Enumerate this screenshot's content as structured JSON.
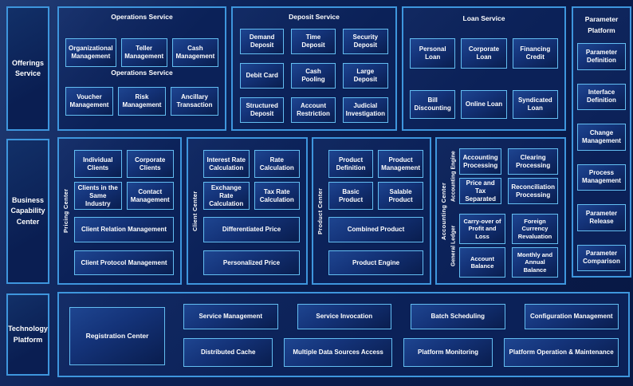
{
  "colors": {
    "page_bg_top": "#14306c",
    "page_bg_bottom": "#081844",
    "panel_bg": "#0b2158",
    "panel_border": "#3e96dd",
    "box_border": "#63bef2",
    "box_fill_light": "#1e4590",
    "box_fill_dark": "#0a1f52",
    "text": "#ffffff"
  },
  "sections": {
    "offerings": {
      "label": "Offerings Service",
      "operations": {
        "title": "Operations Service",
        "subtitle": "Operations Service",
        "row1": [
          "Organizational Management",
          "Teller Management",
          "Cash Management"
        ],
        "row2": [
          "Voucher Management",
          "Risk Management",
          "Ancillary Transaction"
        ]
      },
      "deposit": {
        "title": "Deposit Service",
        "items": [
          "Demand Deposit",
          "Time Deposit",
          "Security Deposit",
          "Debit Card",
          "Cash Pooling",
          "Large Deposit",
          "Structured Deposit",
          "Account Restriction",
          "Judicial Investigation"
        ]
      },
      "loan": {
        "title": "Loan Service",
        "items": [
          "Personal Loan",
          "Corporate Loan",
          "Financing Credit",
          "Bill Discounting",
          "Online Loan",
          "Syndicated Loan"
        ]
      }
    },
    "parameter": {
      "title": "Parameter Platform",
      "items": [
        "Parameter Definition",
        "Interface Definition",
        "Change Management",
        "Process Management",
        "Parameter Release",
        "Parameter Comparison"
      ]
    },
    "business": {
      "label": "Business Capability Center",
      "clients": {
        "side_label": "Pricing Center",
        "small": [
          "Individual Clients",
          "Corporate Clients",
          "Clients in the Same Industry",
          "Contact Management"
        ],
        "wide": [
          "Client Relation Management",
          "Client Protocol Management"
        ]
      },
      "pricing": {
        "side_label": "Client Center",
        "small": [
          "Interest Rate Calculation",
          "Rate Calculation",
          "Exchange Rate Calculation",
          "Tax Rate Calculation"
        ],
        "wide": [
          "Differentiated Price",
          "Personalized Price"
        ]
      },
      "product": {
        "side_label": "Product Center",
        "small": [
          "Product Definition",
          "Product Management",
          "Basic Product",
          "Salable Product"
        ],
        "wide": [
          "Combined Product",
          "Product Engine"
        ]
      },
      "accounting": {
        "side_label": "Accounting Center",
        "engine": {
          "side_label": "Accounting Engine",
          "items": [
            "Accounting Processing",
            "Clearing Processing",
            "Price and Tax Separated",
            "Reconciliation Processing"
          ]
        },
        "ledger": {
          "side_label": "General Ledger",
          "items": [
            "Carry-over of Profit and Loss",
            "Foreign Currency Revaluation",
            "Account Balance",
            "Monthly and Annual Balance"
          ]
        }
      }
    },
    "technology": {
      "label": "Technology Platform",
      "registration": "Registration Center",
      "row1": [
        "Service Management",
        "Service Invocation",
        "Batch Scheduling",
        "Configuration Management"
      ],
      "row2": [
        "Distributed Cache",
        "Multiple Data Sources Access",
        "Platform Monitoring",
        "Platform Operation & Maintenance"
      ]
    }
  }
}
